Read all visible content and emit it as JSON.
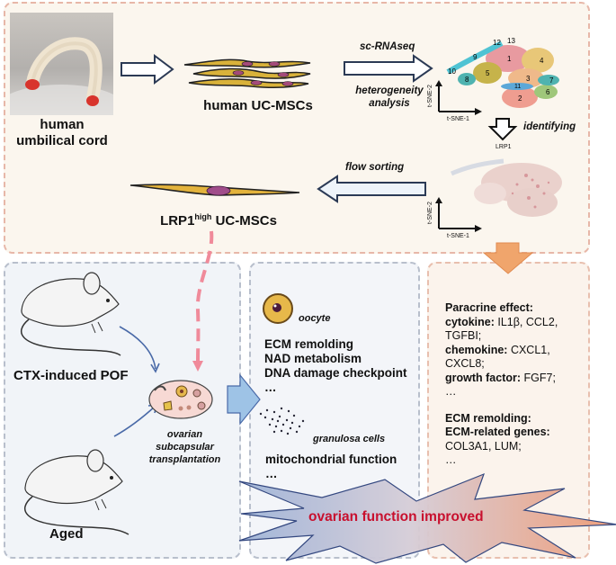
{
  "top": {
    "cord_label_line1": "human",
    "cord_label_line2": "umbilical cord",
    "mscs_label": "human UC-MSCs",
    "scrna_label": "sc-RNAseq",
    "heterogeneity_line1": "heterogeneity",
    "heterogeneity_line2": "analysis",
    "tsne_x_label": "t-SNE-1",
    "tsne_y_label": "t-SNE-2",
    "cluster_labels": [
      "1",
      "2",
      "3",
      "4",
      "5",
      "6",
      "7",
      "8",
      "9",
      "10",
      "11",
      "12",
      "13"
    ],
    "identifying_label": "identifying",
    "lrp1_label": "LRP1",
    "flow_sorting_label": "flow sorting",
    "lrp1_cells_prefix": "LRP1",
    "lrp1_cells_sup": "high",
    "lrp1_cells_suffix": " UC-MSCs"
  },
  "mice": {
    "pof_label": "CTX-induced POF",
    "aged_label": "Aged",
    "ovary_line1": "ovarian",
    "ovary_line2": "subcapsular",
    "ovary_line3": "transplantation"
  },
  "mid": {
    "oocyte_label": "oocyte",
    "oocyte_items": [
      "ECM remolding",
      "NAD metabolism",
      "DNA damage checkpoint",
      "…"
    ],
    "granulosa_label": "granulosa cells",
    "granulosa_items": [
      "mitochondrial function",
      "…"
    ]
  },
  "right": {
    "paracrine_title": "Paracrine effect:",
    "cytokine_key": "cytokine:",
    "cytokine_val1": " IL1β, CCL2,",
    "cytokine_val2": "TGFBI;",
    "chemokine_key": "chemokine:",
    "chemokine_val1": " CXCL1,",
    "chemokine_val2": "CXCL8;",
    "growth_key": "growth factor:",
    "growth_val": " FGF7;",
    "ellipsis1": "…",
    "ecm_title": "ECM remolding:",
    "ecm_genes_key": "ECM-related genes:",
    "ecm_genes_val": "COL3A1, LUM;",
    "ellipsis2": "…"
  },
  "result": {
    "label": "ovarian function improved",
    "text_color": "#c8102e"
  },
  "colors": {
    "top_panel_bg": "#fbf6ee",
    "top_panel_border": "#e7b7a8",
    "blue_panel_border": "#b8bfcc",
    "orange_arrow": "#f0a56c",
    "pink_dashed_arrow": "#f08a9a",
    "blue_arrow": "#9ec3e6"
  }
}
